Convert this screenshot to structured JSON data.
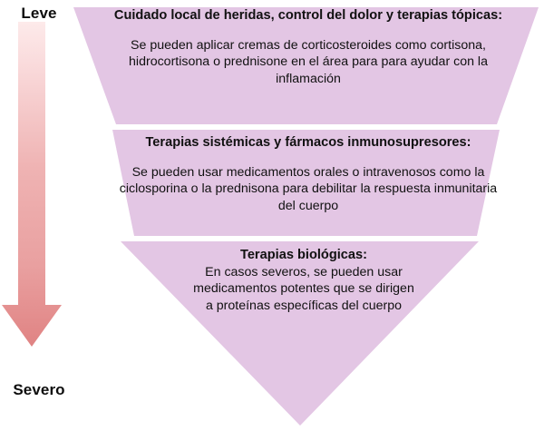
{
  "scale": {
    "top_label": "Leve",
    "bottom_label": "Severo",
    "arrow_direction": "down",
    "gradient_top_color": "#fbdfe1",
    "gradient_bottom_color": "#e2807f"
  },
  "funnel": {
    "fill_color": "#e3c6e4",
    "stages": [
      {
        "id": "stage-1",
        "title": "Cuidado local de heridas, control del dolor y terapias tópicas:",
        "body": "Se pueden aplicar cremas de corticosteroides como cortisona, hidrocortisona o prednisone en el área para para ayudar con la inflamación"
      },
      {
        "id": "stage-2",
        "title": "Terapias sistémicas y fármacos inmunosupresores:",
        "body": "Se pueden usar medicamentos orales o intravenosos como la ciclosporina o la prednisona para debilitar la respuesta inmunitaria del cuerpo"
      },
      {
        "id": "stage-3",
        "title": "Terapias biológicas:",
        "body": "En casos severos, se pueden usar medicamentos potentes que se dirigen a proteínas específicas del cuerpo"
      }
    ]
  }
}
